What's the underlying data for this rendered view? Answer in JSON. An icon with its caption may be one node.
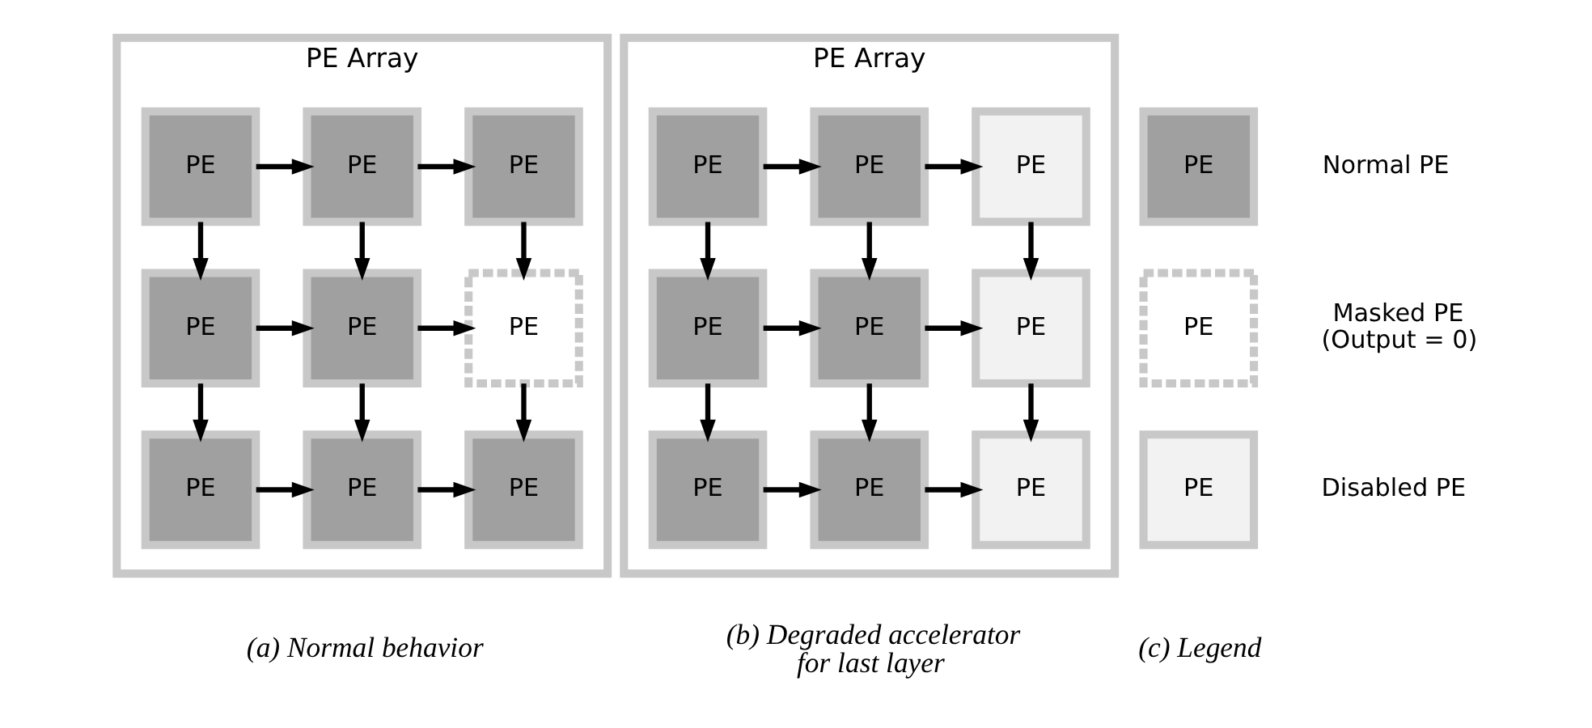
{
  "diagram": {
    "nodes": [
      {
        "text": [
          "PE Array"
        ]
      },
      {
        "text": [
          "PE"
        ],
        "in": 0
      },
      {
        "text": [
          "PE"
        ],
        "in": 0
      },
      {
        "text": [
          "PE"
        ],
        "in": 0
      },
      {
        "text": [
          "PE"
        ],
        "in": 0
      },
      {
        "text": [
          "PE"
        ],
        "in": 0
      },
      {
        "text": [
          "PE"
        ],
        "in": 0
      },
      {
        "text": [
          "PE"
        ],
        "in": 0
      },
      {
        "text": [
          "PE"
        ],
        "in": 0
      },
      {
        "text": [
          "PE"
        ],
        "in": 0
      },
      {
        "text": [
          "PE Array"
        ]
      },
      {
        "text": [
          "PE"
        ],
        "in": 10
      },
      {
        "text": [
          "PE"
        ],
        "in": 10
      },
      {
        "text": [
          "PE"
        ],
        "in": 10
      },
      {
        "text": [
          "PE"
        ],
        "in": 10
      },
      {
        "text": [
          "PE"
        ],
        "in": 10
      },
      {
        "text": [
          "PE"
        ],
        "in": 10
      },
      {
        "text": [
          "PE"
        ],
        "in": 10
      },
      {
        "text": [
          "PE"
        ],
        "in": 10
      },
      {
        "text": [
          "PE"
        ],
        "in": 10
      },
      {
        "text": [
          "PE"
        ],
        "beside": [
          "Normal PE"
        ]
      },
      {
        "text": [
          "PE"
        ],
        "beside": [
          "Masked PE (Output = 0)"
        ]
      },
      {
        "text": [
          "PE"
        ],
        "beside": [
          "Disabled PE"
        ]
      }
    ],
    "edges": [
      {
        "from": 1,
        "to": 2,
        "arrow": "to"
      },
      {
        "from": 2,
        "to": 4,
        "arrow": "to"
      },
      {
        "from": 1,
        "to": 3,
        "arrow": "to"
      },
      {
        "from": 2,
        "to": 5,
        "arrow": "to"
      },
      {
        "from": 4,
        "to": 6,
        "arrow": "to"
      },
      {
        "from": 3,
        "to": 5,
        "arrow": "to"
      },
      {
        "from": 5,
        "to": 6,
        "arrow": "to"
      },
      {
        "from": 3,
        "to": 7,
        "arrow": "to"
      },
      {
        "from": 5,
        "to": 8,
        "arrow": "to"
      },
      {
        "from": 6,
        "to": 9,
        "arrow": "to"
      },
      {
        "from": 7,
        "to": 8,
        "arrow": "to"
      },
      {
        "from": 8,
        "to": 9,
        "arrow": "to"
      },
      {
        "from": 11,
        "to": 12,
        "arrow": "to"
      },
      {
        "from": 12,
        "to": 14,
        "arrow": "to"
      },
      {
        "from": 11,
        "to": 13,
        "arrow": "to"
      },
      {
        "from": 12,
        "to": 15,
        "arrow": "to"
      },
      {
        "from": 14,
        "to": 16,
        "arrow": "to"
      },
      {
        "from": 13,
        "to": 15,
        "arrow": "to"
      },
      {
        "from": 15,
        "to": 16,
        "arrow": "to"
      },
      {
        "from": 13,
        "to": 17,
        "arrow": "to"
      },
      {
        "from": 15,
        "to": 18,
        "arrow": "to"
      },
      {
        "from": 16,
        "to": 19,
        "arrow": "to"
      },
      {
        "from": 17,
        "to": 18,
        "arrow": "to"
      },
      {
        "from": 18,
        "to": 19,
        "arrow": "to"
      }
    ],
    "labels": [
      "(a) Normal behavior",
      "(b) Degraded accelerator for last layer",
      "(c) Legend"
    ]
  }
}
